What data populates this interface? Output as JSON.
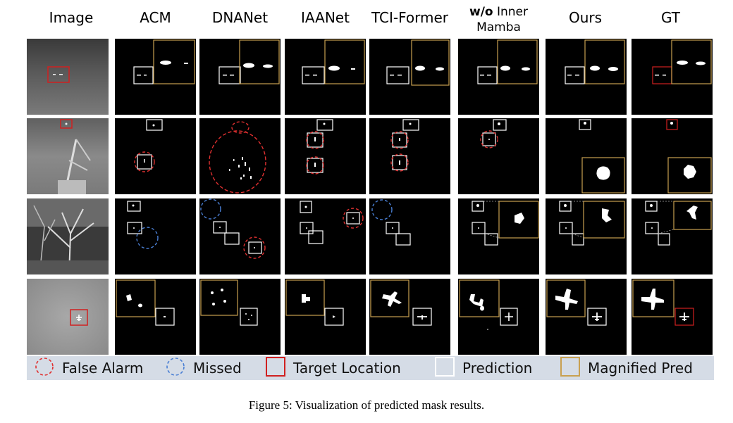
{
  "header": {
    "columns": [
      "Image",
      "ACM",
      "DNANet",
      "IAANet",
      "TCI-Former"
    ],
    "wo_bold": "w/o",
    "wo_rest1": "Inner",
    "wo_rest2": "Mamba",
    "ours": "Ours",
    "gt": "GT"
  },
  "legend": {
    "false_alarm": "False Alarm",
    "missed": "Missed",
    "target_location": "Target Location",
    "prediction": "Prediction",
    "magnified_pred": "Magnified Pred"
  },
  "colors": {
    "false_alarm": "#e03030",
    "missed": "#4a7fd4",
    "target_location": "#d02020",
    "prediction": "#ffffff",
    "magnified": "#c8a050",
    "legend_bg": "#d5dce6"
  },
  "caption": "Figure 5: Visualization of predicted mask results."
}
